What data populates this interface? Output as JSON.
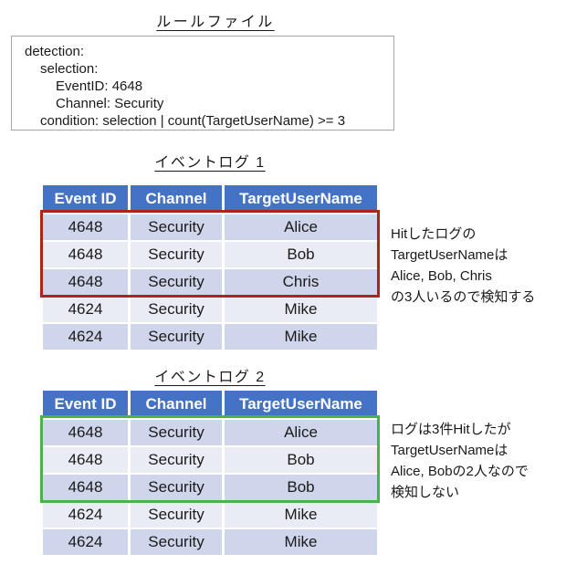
{
  "rule_file": {
    "title": "ルールファイル",
    "lines": [
      "detection:",
      "selection:",
      "EventID: 4648",
      "Channel: Security",
      "condition: selection | count(TargetUserName) >= 3"
    ]
  },
  "event_log_1": {
    "title": "イベントログ 1",
    "headers": [
      "Event ID",
      "Channel",
      "TargetUserName"
    ],
    "rows": [
      [
        "4648",
        "Security",
        "Alice"
      ],
      [
        "4648",
        "Security",
        "Bob"
      ],
      [
        "4648",
        "Security",
        "Chris"
      ],
      [
        "4624",
        "Security",
        "Mike"
      ],
      [
        "4624",
        "Security",
        "Mike"
      ]
    ],
    "highlight": {
      "rows": [
        1,
        2,
        3
      ],
      "color": "#b02418"
    },
    "annotation": {
      "lines": [
        "Hitしたログの",
        "TargetUserNameは",
        "Alice, Bob, Chris",
        "の3人いるので検知する"
      ]
    }
  },
  "event_log_2": {
    "title": "イベントログ 2",
    "headers": [
      "Event ID",
      "Channel",
      "TargetUserName"
    ],
    "rows": [
      [
        "4648",
        "Security",
        "Alice"
      ],
      [
        "4648",
        "Security",
        "Bob"
      ],
      [
        "4648",
        "Security",
        "Bob"
      ],
      [
        "4624",
        "Security",
        "Mike"
      ],
      [
        "4624",
        "Security",
        "Mike"
      ]
    ],
    "highlight": {
      "rows": [
        1,
        2,
        3
      ],
      "color": "#4caf50"
    },
    "annotation": {
      "lines": [
        "ログは3件Hitしたが",
        "TargetUserNameは",
        "Alice, Bobの2人なので",
        "検知しない"
      ]
    }
  },
  "colors": {
    "table_header_bg": "#4472c4",
    "table_header_text": "#ffffff",
    "row_band_dark": "#cfd5ea",
    "row_band_light": "#e9ebf5",
    "hit_outline_log1": "#b02418",
    "hit_outline_log2": "#4caf50",
    "rule_box_border": "#a6a6a6",
    "text": "#1a1a1a"
  }
}
